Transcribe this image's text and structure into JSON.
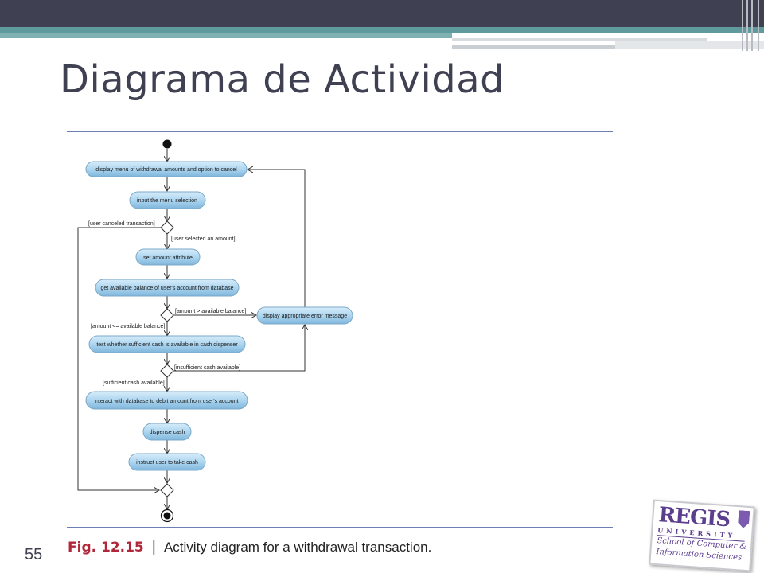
{
  "slide": {
    "title": "Diagrama de Actividad",
    "number": "55"
  },
  "caption": {
    "fig": "Fig. 12.15",
    "sep": "|",
    "text": "Activity diagram for a withdrawal transaction."
  },
  "diagram": {
    "actions": [
      "display menu of withdrawal amounts and option to cancel",
      "input the menu selection",
      "set amount attribute",
      "get available balance of user's account from database",
      "display appropriate error message",
      "test whether sufficient cash is available in cash dispenser",
      "interact with database to debit amount from user's account",
      "dispense cash",
      "instruct user to take cash"
    ],
    "guards": [
      "[user canceled transaction]",
      "[user selected an amount]",
      "[amount > available balance]",
      "[amount <= available balance]",
      "[insufficient cash available]",
      "[sufficient cash available]"
    ]
  },
  "logo": {
    "name": "REGIS",
    "subtitle": "UNIVERSITY",
    "line1": "School of Computer &",
    "line2": "Information Sciences"
  },
  "colors": {
    "header": "#3f4152",
    "accent": "#5f9a9c",
    "rule": "#6c7fb2",
    "action_fill": "#a9d3ee",
    "fig_red": "#b0263a",
    "logo_purple": "#5c3e8f"
  }
}
